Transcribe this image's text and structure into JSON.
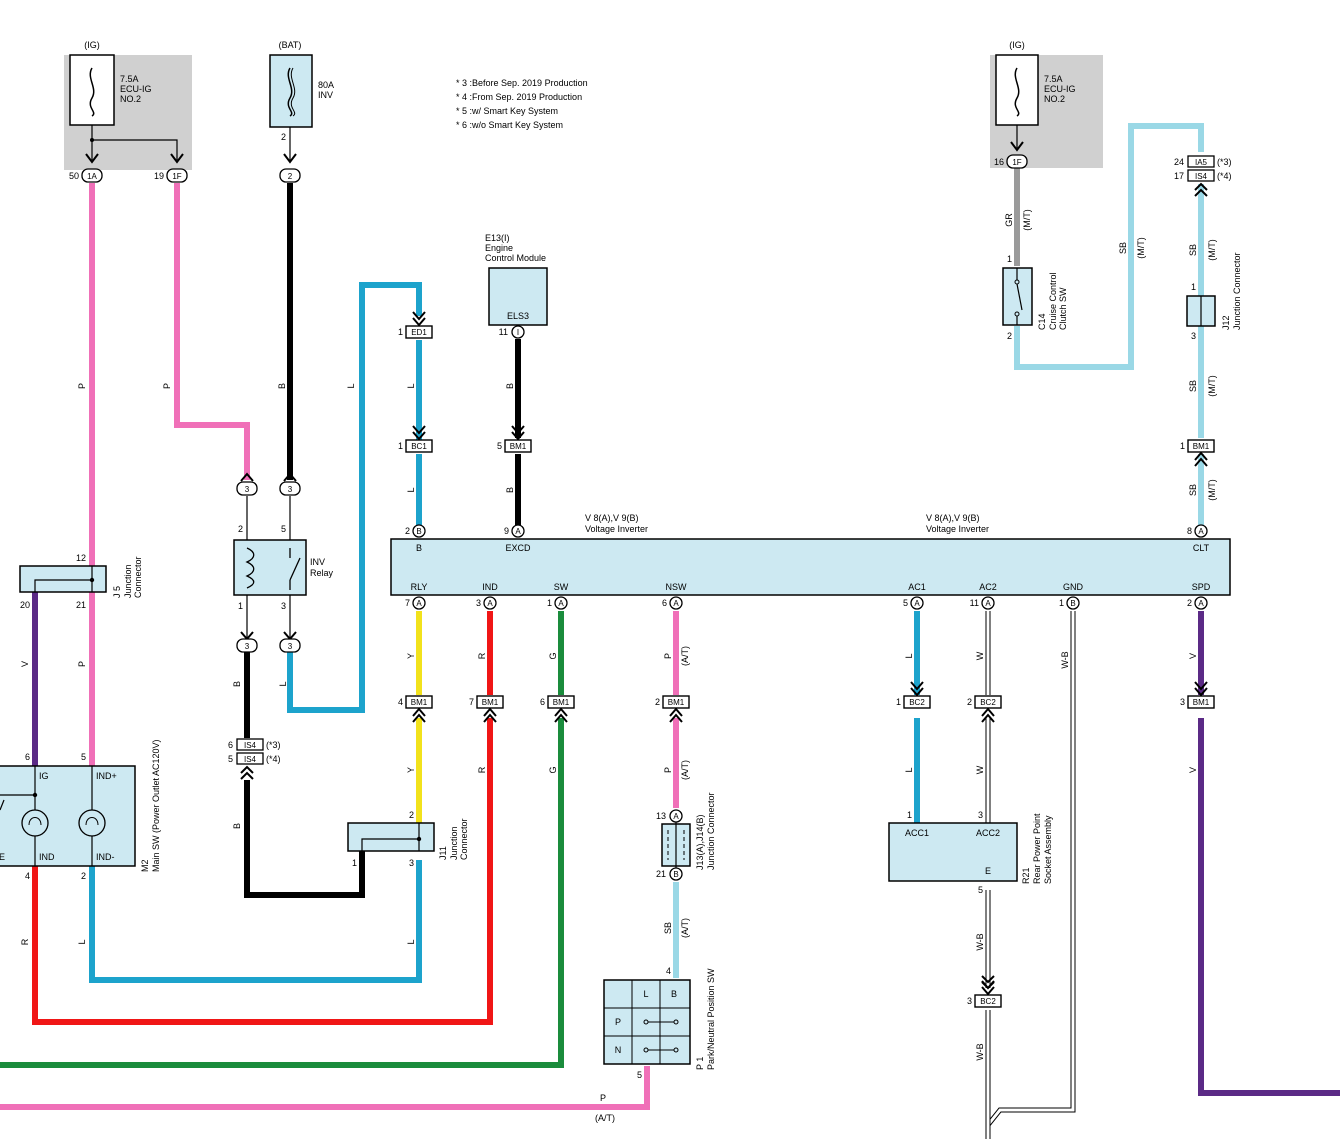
{
  "notes": [
    "* 3 :Before Sep. 2019 Production",
    "* 4 :From Sep. 2019 Production",
    "* 5 :w/ Smart Key System",
    "* 6 :w/o Smart Key System"
  ],
  "fuse_ig_left": {
    "source": "(IG)",
    "rating": "7.5A",
    "name1": "ECU-IG",
    "name2": "NO.2",
    "pin_a": "50",
    "conn_a": "1A",
    "pin_b": "19",
    "conn_b": "1F"
  },
  "fuse_bat": {
    "source": "(BAT)",
    "rating": "80A",
    "name": "INV",
    "pin": "2",
    "conn": "2"
  },
  "fuse_ig_right": {
    "source": "(IG)",
    "rating": "7.5A",
    "name1": "ECU-IG",
    "name2": "NO.2",
    "pin": "16",
    "conn": "1F"
  },
  "ecm": {
    "ref": "E13(I)",
    "name1": "Engine",
    "name2": "Control Module",
    "terminal": "ELS3",
    "pin": "11",
    "conn": "I"
  },
  "inverter": {
    "left_ref": "V 8(A),V 9(B)",
    "left_name": "Voltage Inverter",
    "right_ref": "V 8(A),V 9(B)",
    "right_name": "Voltage Inverter",
    "top_terms": [
      {
        "label": "B",
        "pin": "2",
        "conn": "B"
      },
      {
        "label": "EXCD",
        "pin": "9",
        "conn": "A"
      },
      {
        "label": "CLT",
        "pin": "8",
        "conn": "A"
      }
    ],
    "bottom_terms": [
      {
        "label": "RLY",
        "pin": "7",
        "conn": "A"
      },
      {
        "label": "IND",
        "pin": "3",
        "conn": "A"
      },
      {
        "label": "SW",
        "pin": "1",
        "conn": "A"
      },
      {
        "label": "NSW",
        "pin": "6",
        "conn": "A"
      },
      {
        "label": "AC1",
        "pin": "5",
        "conn": "A"
      },
      {
        "label": "AC2",
        "pin": "11",
        "conn": "A"
      },
      {
        "label": "GND",
        "pin": "1",
        "conn": "B"
      },
      {
        "label": "SPD",
        "pin": "2",
        "conn": "A"
      }
    ]
  },
  "connectors": {
    "ed1": {
      "pin": "1",
      "name": "ED1"
    },
    "bc1": {
      "pin": "1",
      "name": "BC1"
    },
    "bm1_excd": {
      "pin": "5",
      "name": "BM1"
    },
    "bm1_clt": {
      "pin": "1",
      "name": "BM1"
    },
    "ia5": {
      "pin": "24",
      "name": "IA5",
      "note": "(*3)"
    },
    "is4_top": {
      "pin": "17",
      "name": "IS4",
      "note": "(*4)"
    },
    "bm1_rly": {
      "pin": "4",
      "name": "BM1"
    },
    "bm1_ind": {
      "pin": "7",
      "name": "BM1"
    },
    "bm1_sw": {
      "pin": "6",
      "name": "BM1"
    },
    "bm1_nsw": {
      "pin": "2",
      "name": "BM1"
    },
    "bc2_ac1": {
      "pin": "1",
      "name": "BC2"
    },
    "bc2_ac2": {
      "pin": "2",
      "name": "BC2"
    },
    "bm1_spd": {
      "pin": "3",
      "name": "BM1"
    },
    "bc2_gnd": {
      "pin": "3",
      "name": "BC2"
    },
    "is4_a": {
      "pin": "6",
      "name": "IS4",
      "note": "(*3)"
    },
    "is4_b": {
      "pin": "5",
      "name": "IS4",
      "note": "(*4)"
    },
    "c3a": "3",
    "c3b": "3",
    "c3c": "3",
    "c3d": "3"
  },
  "relay": {
    "name1": "INV",
    "name2": "Relay",
    "pin_tl": "2",
    "pin_tr": "5",
    "pin_bl": "1",
    "pin_br": "3"
  },
  "j5": {
    "ref": "J 5",
    "name1": "Junction",
    "name2": "Connector",
    "pin_top": "12",
    "pin_bl": "20",
    "pin_br": "21"
  },
  "j11": {
    "ref": "J11",
    "name1": "Junction",
    "name2": "Connector",
    "pin_top": "2",
    "pin_bl": "1",
    "pin_br": "3"
  },
  "j12": {
    "ref": "J12",
    "name": "Junction Connector",
    "pin_top": "1",
    "pin_bot": "3"
  },
  "j13": {
    "ref": "J13(A),J14(B)",
    "name": "Junction Connector",
    "pin_top": "13",
    "conn_top": "A",
    "pin_bot": "21",
    "conn_bot": "B"
  },
  "c14": {
    "ref": "C14",
    "name1": "Cruise Control",
    "name2": "Clutch SW",
    "pin_top": "1",
    "pin_bot": "2"
  },
  "m2": {
    "ref": "M2",
    "name": "Main SW (Power Outlet AC120V)",
    "lbl_ig": "IG",
    "lbl_indp": "IND+",
    "lbl_e": "E",
    "lbl_ind": "IND",
    "lbl_indm": "IND-",
    "pin_ig": "6",
    "pin_indp": "5",
    "pin_e": "4",
    "pin_indm": "2"
  },
  "r21": {
    "ref": "R21",
    "name1": "Rear Power Point",
    "name2": "Socket Assembly",
    "lbl_acc1": "ACC1",
    "lbl_acc2": "ACC2",
    "lbl_e": "E",
    "pin_acc1": "1",
    "pin_acc2": "3",
    "pin_e": "5"
  },
  "p1": {
    "ref": "P 1",
    "name": "Park/Neutral Position SW",
    "col_l": "L",
    "col_b": "B",
    "row_p": "P",
    "row_n": "N",
    "pin_top": "4",
    "pin_bot": "5"
  },
  "wires": {
    "p": "P",
    "b": "B",
    "l": "L",
    "v": "V",
    "r": "R",
    "y": "Y",
    "g": "G",
    "w": "W",
    "wb": "W-B",
    "gr": "GR",
    "sb": "SB",
    "mt": "(M/T)",
    "at": "(A/T)"
  },
  "colors": {
    "pink": "#f070b8",
    "black": "#000000",
    "blue": "#1da3cc",
    "lightblue": "#9ad8e6",
    "violet": "#5b2a86",
    "red": "#f01616",
    "yellow": "#f2e21c",
    "green": "#1a8c3c",
    "gray": "#9a9a9a",
    "fusebox": "#d0d0d0",
    "component": "#cde9f2"
  }
}
